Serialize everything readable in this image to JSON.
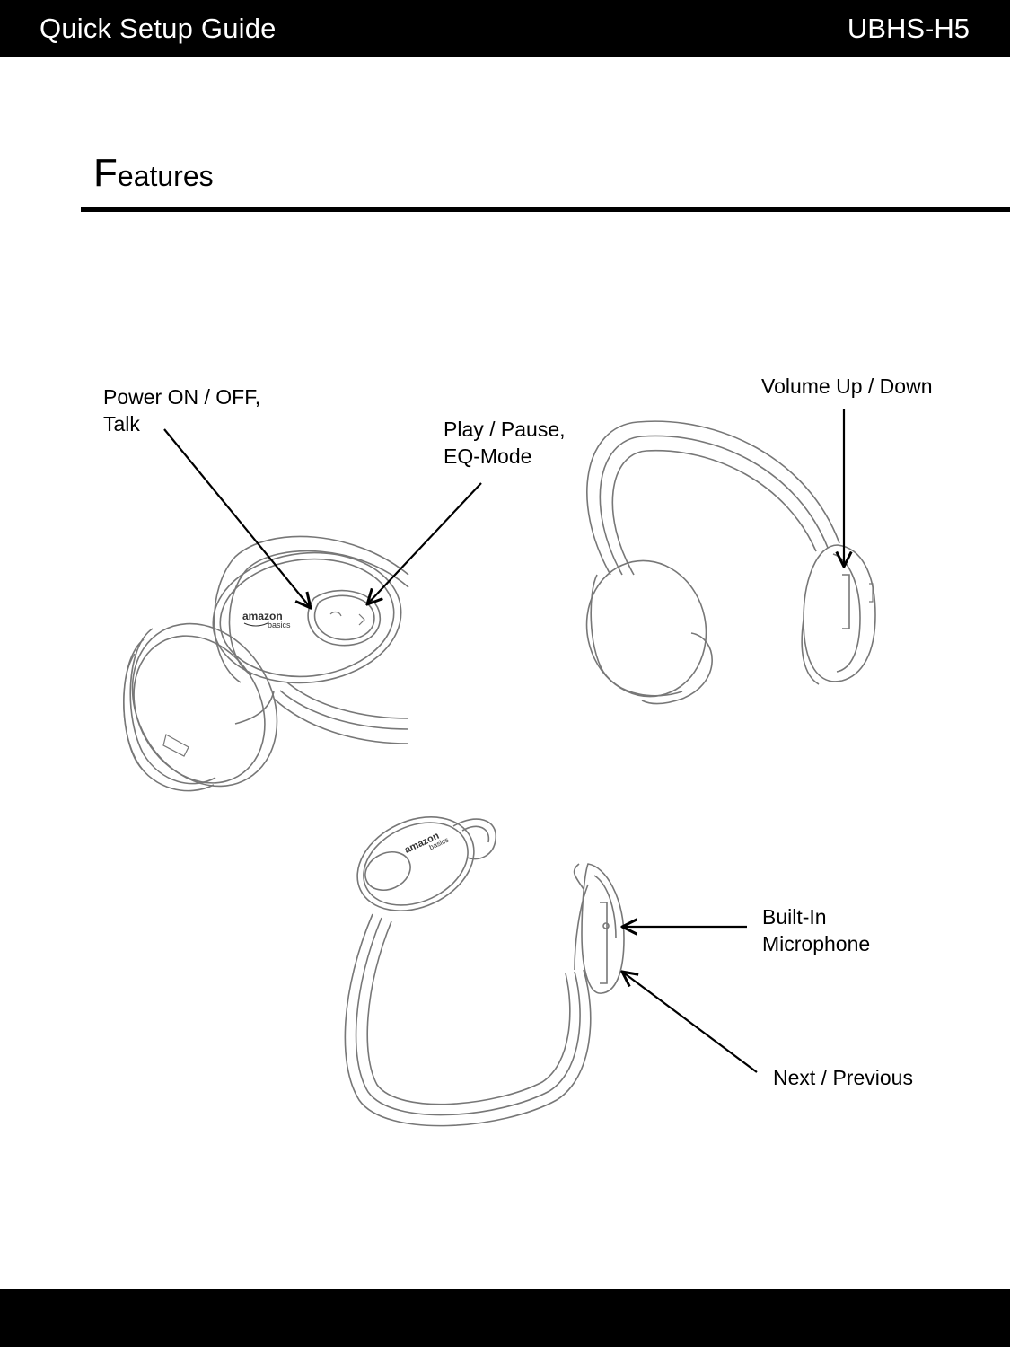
{
  "header": {
    "title": "Quick Setup Guide",
    "model": "UBHS-H5"
  },
  "section": {
    "title_initial": "F",
    "title_rest": "eatures"
  },
  "labels": {
    "power": "Power ON / OFF,\nTalk",
    "play": "Play / Pause,\nEQ-Mode",
    "volume": "Volume Up / Down",
    "microphone": "Built-In\nMicrophone",
    "next": "Next / Previous"
  },
  "brand": {
    "logo_top": "amazon",
    "logo_bottom": "basics"
  }
}
